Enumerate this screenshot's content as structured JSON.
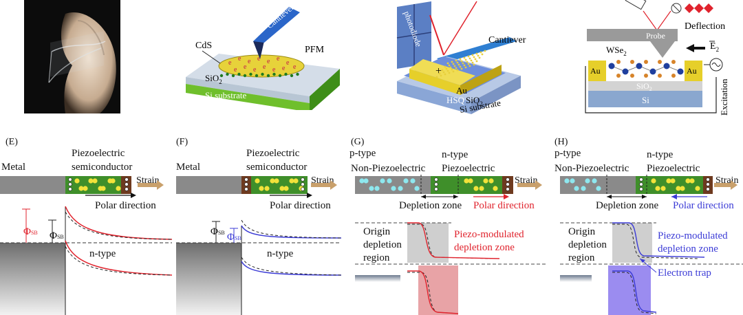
{
  "top": {
    "b": {
      "material": "CdS",
      "oxide": "SiO",
      "oxide_sub": "2",
      "substrate": "Si substrate",
      "probe": "Cantiever",
      "technique": "PFM",
      "carrier": "e"
    },
    "c": {
      "detector": "photodiode",
      "probe": "Cantiever",
      "electrode": "Au",
      "dielectric": "HSQ",
      "oxide": "SiO",
      "oxide_sub": "2",
      "substrate": "Si substrate",
      "polarity": "+"
    },
    "d": {
      "signal": "Deflection",
      "probe": "Probe",
      "field": "E",
      "field_sub": "2",
      "material": "WSe",
      "material_sub": "2",
      "electrode": "Au",
      "oxide": "SiO",
      "oxide_sub": "2",
      "substrate": "Si",
      "excitation": "Excitation"
    }
  },
  "panels": {
    "E": {
      "tag": "(E)",
      "left_label": "Metal",
      "right_label_1": "Piezoelectric",
      "right_label_2": "semiconductor",
      "strain": "Strain",
      "polar": "Polar direction",
      "barrier_1": "Φ",
      "barrier_1_sub": "SB",
      "barrier_2": "Φ",
      "barrier_2_sub": "SB",
      "doping": "n-type"
    },
    "F": {
      "tag": "(F)",
      "left_label": "Metal",
      "right_label_1": "Piezoelectric",
      "right_label_2": "semiconductor",
      "strain": "Strain",
      "polar": "Polar direction",
      "barrier_1": "Φ",
      "barrier_1_sub": "SB",
      "barrier_2": "Φ",
      "barrier_2_sub": "SB",
      "doping": "n-type"
    },
    "G": {
      "tag": "(G)",
      "left_type": "p-type",
      "left_label": "Non-Piezoelectric",
      "right_type": "n-type",
      "right_label": "Piezoelectric",
      "strain": "Strain",
      "depletion": "Depletion zone",
      "polar": "Polar direction",
      "origin_1": "Origin",
      "origin_2": "depletion",
      "origin_3": "region",
      "modulated_1": "Piezo-modulated",
      "modulated_2": "depletion zone"
    },
    "H": {
      "tag": "(H)",
      "left_type": "p-type",
      "left_label": "Non-Piezoelectric",
      "right_type": "n-type",
      "right_label": "Piezoelectric",
      "strain": "Strain",
      "depletion": "Depletion zone",
      "polar": "Polar direction",
      "origin_1": "Origin",
      "origin_2": "depletion",
      "origin_3": "region",
      "modulated_1": "Piezo-modulated",
      "modulated_2": "depletion zone",
      "trap": "Electron trap"
    }
  },
  "colors": {
    "red": "#e0232d",
    "blue": "#3b3bd6",
    "green_bar": "#3f8f2a",
    "gray_bar": "#8a8a8a",
    "dot_yellow": "#f2e23a",
    "dot_cyan": "#8ee8ef",
    "red_zone": "#e8a3a6",
    "blue_zone": "#9b8cf0"
  }
}
